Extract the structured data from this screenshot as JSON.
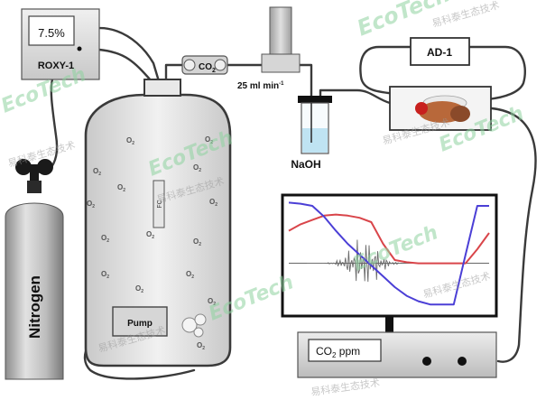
{
  "labels": {
    "roxy_value": "7.5%",
    "roxy_name": "ROXY-1",
    "nitrogen": "Nitrogen",
    "co2_scrubber": "CO",
    "co2_scrubber_sub": "2",
    "flow_rate": "25 ml min",
    "flow_rate_sup": "-1",
    "naoh": "NaOH",
    "ad1": "AD-1",
    "fc": "FC",
    "pump": "Pump",
    "co2_ppm": "CO",
    "co2_ppm_sub": "2",
    "co2_ppm_unit": " ppm",
    "o2_symbol": "O",
    "o2_sub": "2"
  },
  "watermark": {
    "brand": "EcoTech",
    "chinese": "易科泰生态技术"
  },
  "colors": {
    "red_trace": "#d9454a",
    "blue_trace": "#4b3fd6",
    "noise_trace": "#6a6a6a",
    "monitor_frame": "#111111",
    "naoh_liquid": "#bfe3f2",
    "fly_body": "#b8683a",
    "fly_eye": "#c8201e",
    "watermark_green": "#8fd3a0"
  },
  "chart_data": {
    "type": "line",
    "title": "",
    "xlabel": "",
    "ylabel": "",
    "series": [
      {
        "values": [
          0.72,
          0.78,
          0.82,
          0.86,
          0.87,
          0.86,
          0.84,
          0.8,
          0.6,
          0.45,
          0.43,
          0.42,
          0.42,
          0.42,
          0.42,
          0.42,
          0.55,
          0.7
        ]
      },
      {
        "values": [
          0.98,
          0.97,
          0.95,
          0.85,
          0.72,
          0.6,
          0.5,
          0.4,
          0.3,
          0.2,
          0.12,
          0.07,
          0.04,
          0.04,
          0.04,
          0.5,
          0.95,
          0.95
        ]
      }
    ]
  }
}
